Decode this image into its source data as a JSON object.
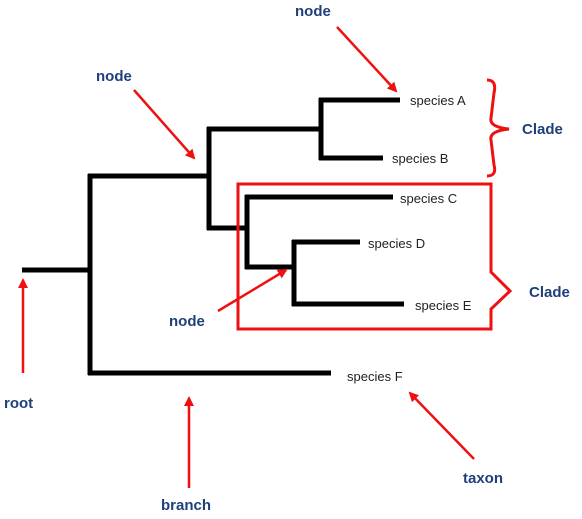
{
  "colors": {
    "branch": "#000000",
    "annotation": "#ee1111",
    "label_text": "#1f3f7a",
    "taxon_text": "#222222"
  },
  "taxa": {
    "a": "species A",
    "b": "species B",
    "c": "species C",
    "d": "species D",
    "e": "species E",
    "f": "species F"
  },
  "callouts": {
    "node_top": "node",
    "node_left": "node",
    "node_inner": "node",
    "clade_top": "Clade",
    "clade_boxed": "Clade",
    "root": "root",
    "branch": "branch",
    "taxon": "taxon"
  }
}
